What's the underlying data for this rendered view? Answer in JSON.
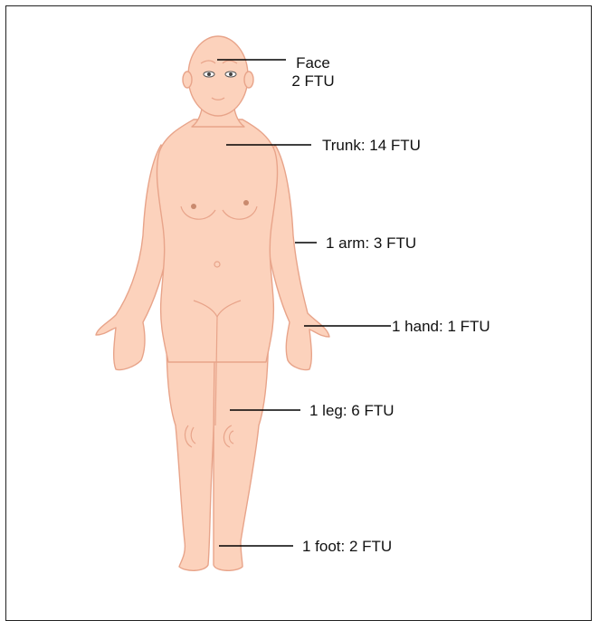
{
  "colors": {
    "skin": "#FCD2BC",
    "outline": "#E8A48A",
    "leader_line": "#000000",
    "nipple": "#C98A6E"
  },
  "labels": {
    "face_name": "Face",
    "face_value": "2 FTU",
    "trunk": "Trunk: 14 FTU",
    "arm": "1 arm: 3 FTU",
    "hand": "1 hand: 1 FTU",
    "leg": "1 leg: 6 FTU",
    "foot": "1 foot: 2 FTU"
  }
}
